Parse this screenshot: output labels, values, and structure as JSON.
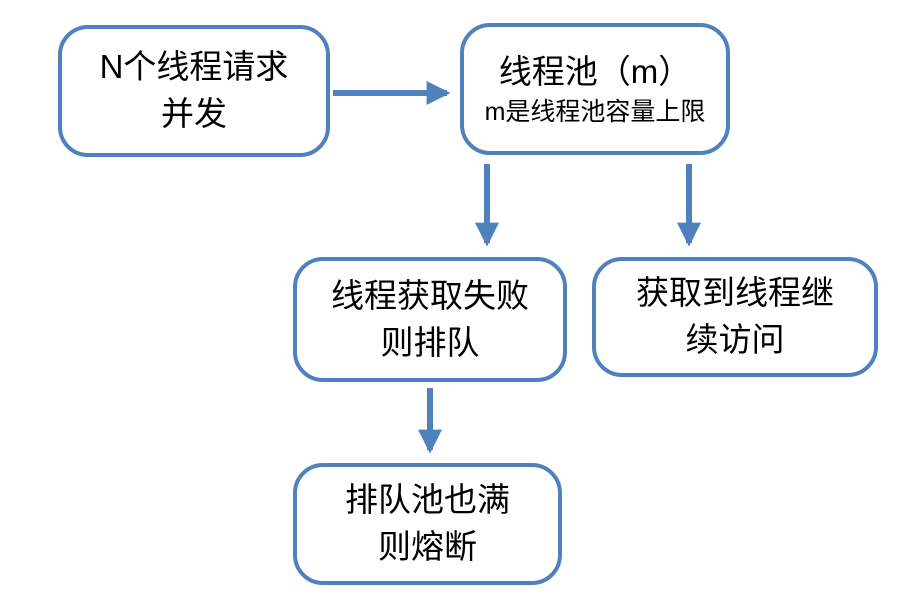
{
  "diagram": {
    "type": "flowchart",
    "colors": {
      "accent": "#4F81BD",
      "text": "#000000",
      "background": "#FFFFFF"
    },
    "nodes": {
      "requests": {
        "line1": "N个线程请求",
        "line2": "并发"
      },
      "pool": {
        "title": "线程池（m）",
        "subtitle": "m是线程池容量上限"
      },
      "queue": {
        "line1": "线程获取失败",
        "line2": "则排队"
      },
      "access": {
        "line1": "获取到线程继",
        "line2": "续访问"
      },
      "circuit_break": {
        "line1": "排队池也满",
        "line2": "则熔断"
      }
    },
    "edges": [
      {
        "from": "requests",
        "to": "pool",
        "direction": "right"
      },
      {
        "from": "pool",
        "to": "queue",
        "direction": "down"
      },
      {
        "from": "pool",
        "to": "access",
        "direction": "down"
      },
      {
        "from": "queue",
        "to": "circuit_break",
        "direction": "down"
      }
    ]
  }
}
